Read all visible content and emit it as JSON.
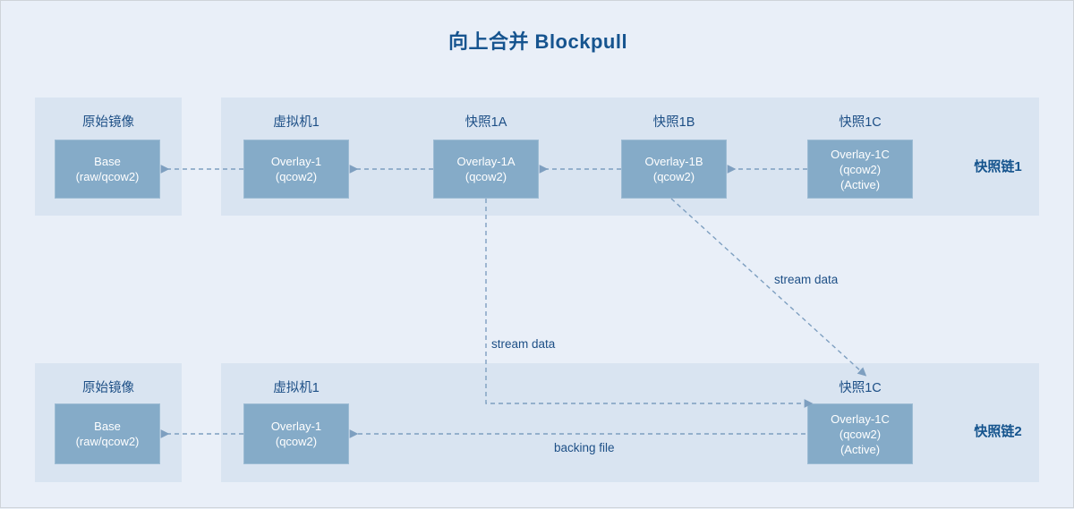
{
  "page": {
    "title": "向上合并 Blockpull",
    "background_color": "#e9eff8",
    "band_color": "#d9e4f1",
    "node_color": "#85abc8",
    "accent_color": "#16548f"
  },
  "chains": [
    {
      "name": "快照链1",
      "groups": [
        {
          "header": "原始镜像",
          "node": {
            "lines": [
              "Base",
              "(raw/qcow2)"
            ]
          }
        },
        {
          "header": "虚拟机1",
          "node": {
            "lines": [
              "Overlay-1",
              "(qcow2)"
            ]
          }
        },
        {
          "header": "快照1A",
          "node": {
            "lines": [
              "Overlay-1A",
              "(qcow2)"
            ]
          }
        },
        {
          "header": "快照1B",
          "node": {
            "lines": [
              "Overlay-1B",
              "(qcow2)"
            ]
          }
        },
        {
          "header": "快照1C",
          "node": {
            "lines": [
              "Overlay-1C",
              "(qcow2)",
              "(Active)"
            ]
          }
        }
      ]
    },
    {
      "name": "快照链2",
      "groups": [
        {
          "header": "原始镜像",
          "node": {
            "lines": [
              "Base",
              "(raw/qcow2)"
            ]
          }
        },
        {
          "header": "虚拟机1",
          "node": {
            "lines": [
              "Overlay-1",
              "(qcow2)"
            ]
          }
        },
        {
          "header": "快照1C",
          "node": {
            "lines": [
              "Overlay-1C",
              "(qcow2)",
              "(Active)"
            ]
          }
        }
      ]
    }
  ],
  "edges": {
    "stream_data_vertical": "stream data",
    "stream_data_diagonal": "stream data",
    "backing_file": "backing file"
  }
}
